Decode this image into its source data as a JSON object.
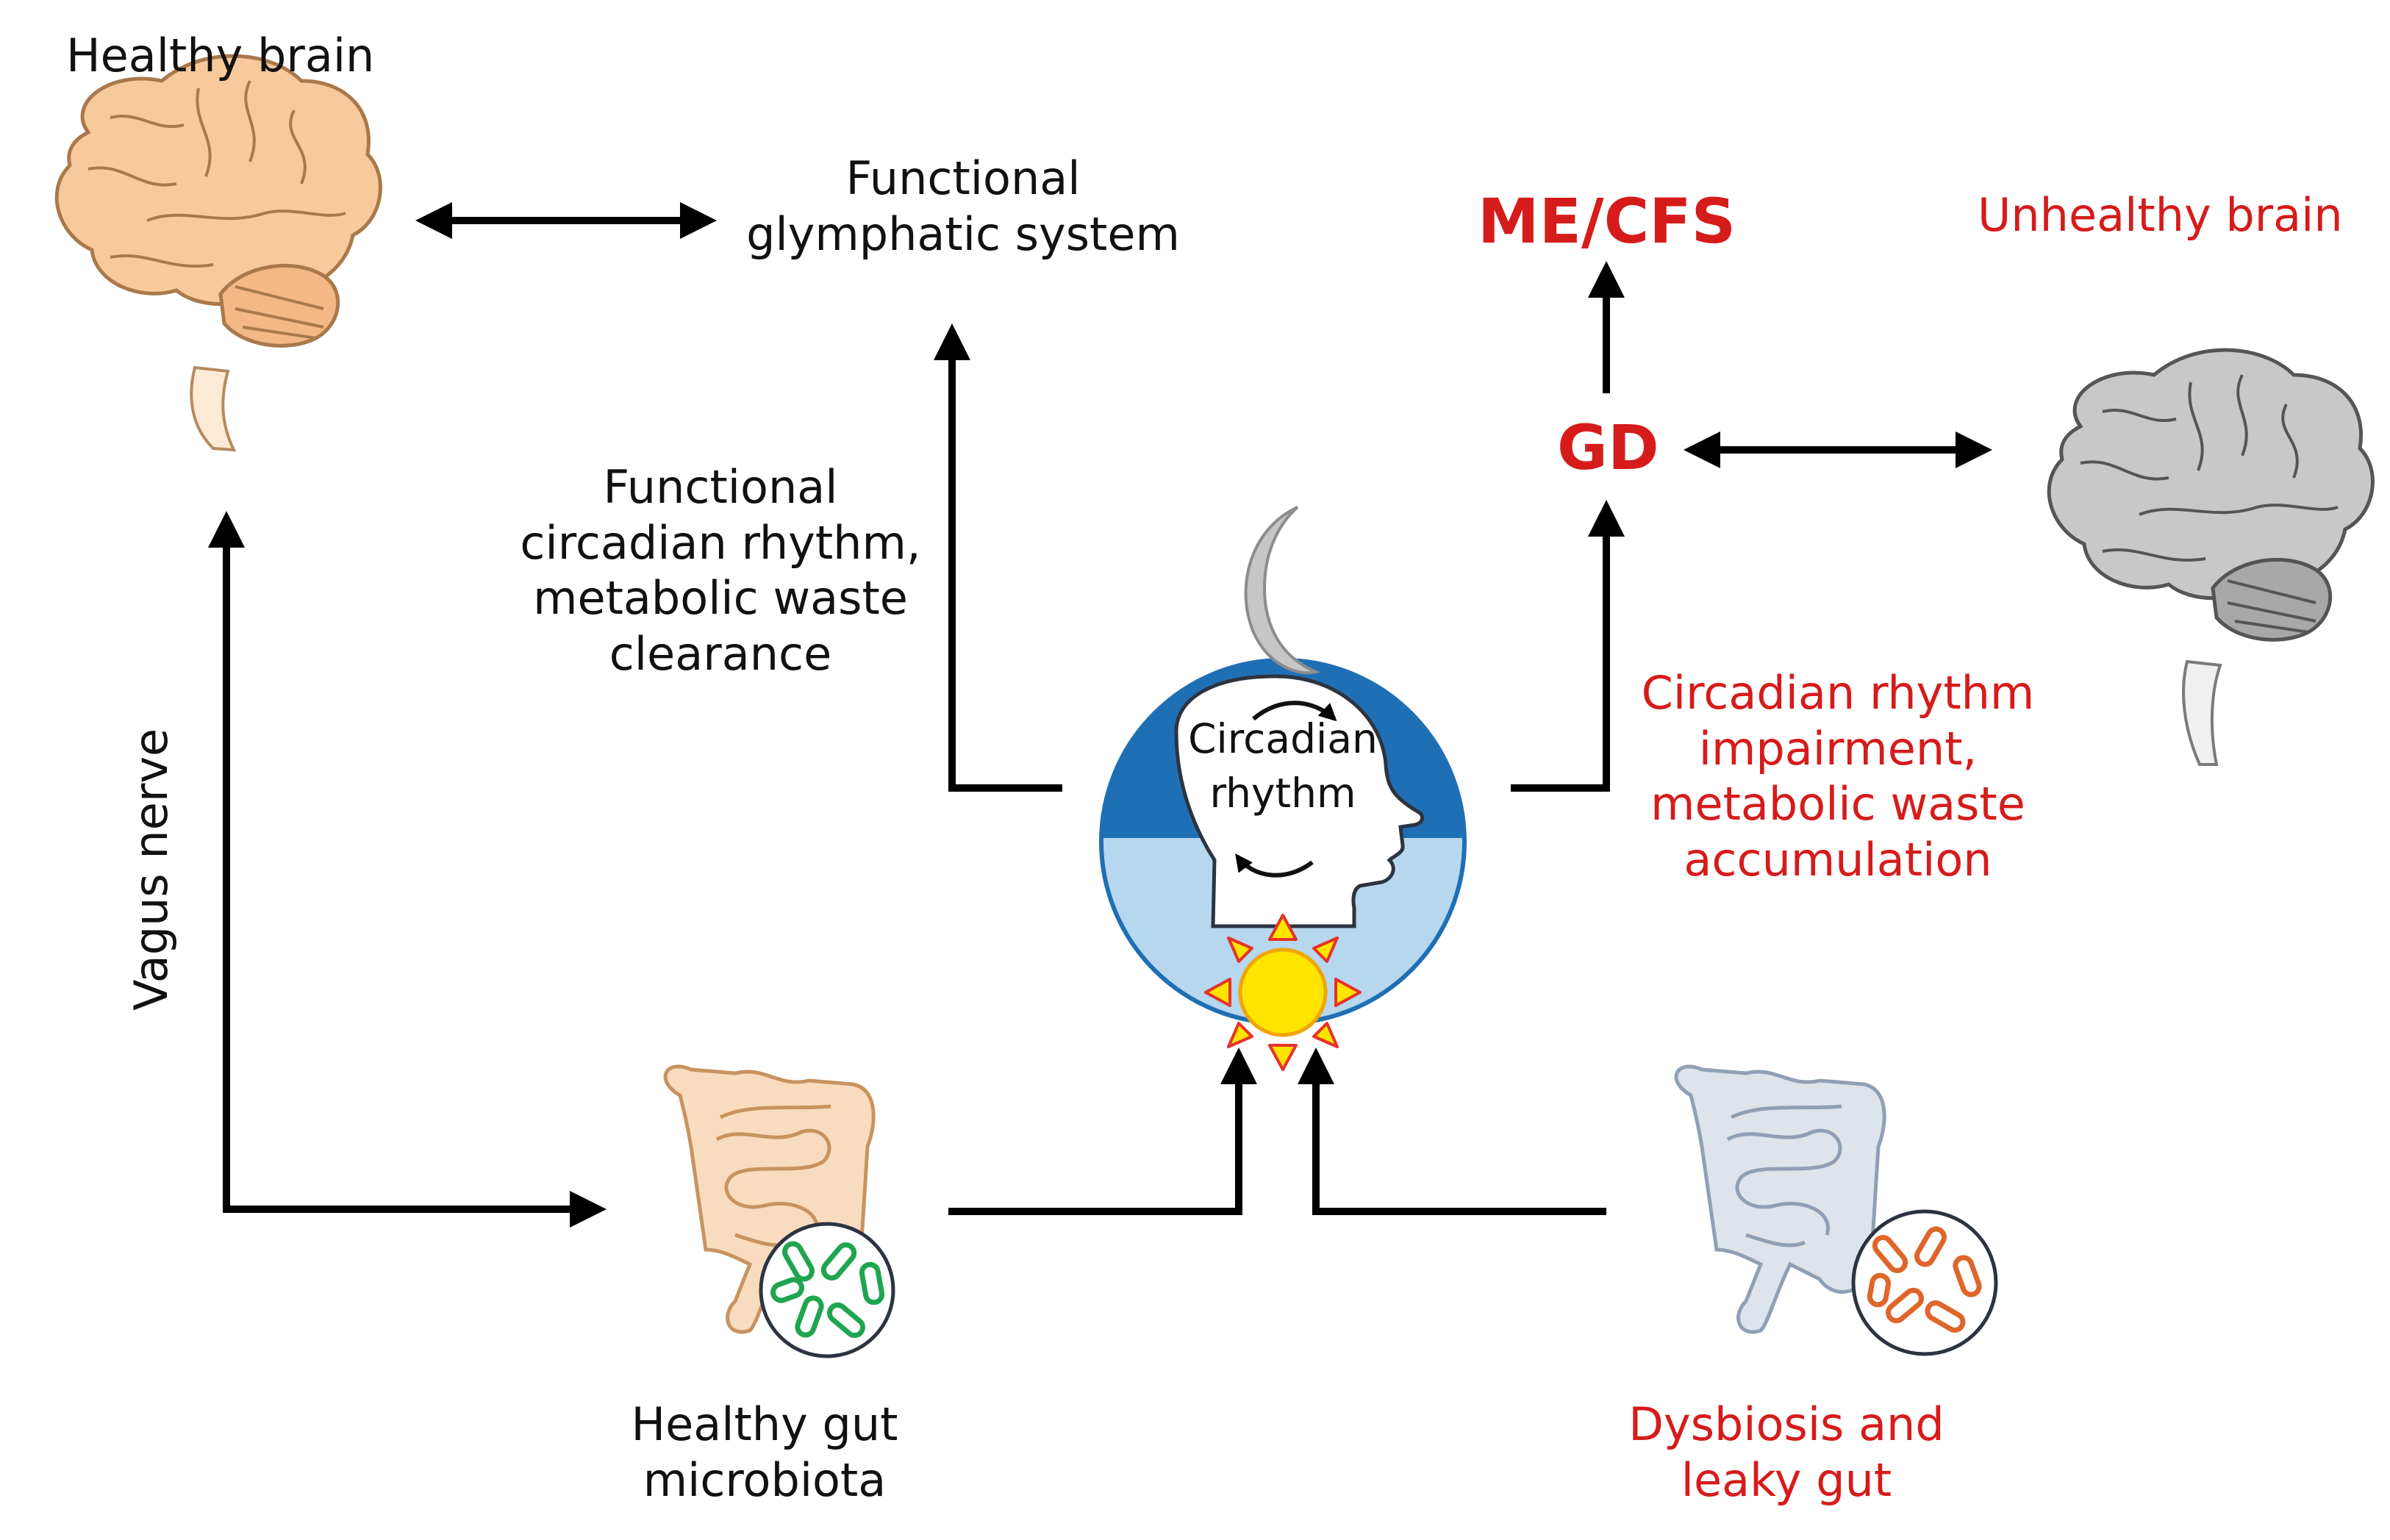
{
  "labels": {
    "healthy_brain": "Healthy brain",
    "functional_glymphatic": [
      "Functional",
      "glymphatic system"
    ],
    "me_cfs": "ME/CFS",
    "unhealthy_brain": "Unhealthy brain",
    "gd": "GD",
    "functional_circadian": [
      "Functional",
      "circadian rhythm,",
      "metabolic waste",
      "clearance"
    ],
    "circadian_impairment": [
      "Circadian rhythm",
      "impairment,",
      "metabolic waste",
      "accumulation"
    ],
    "vagus_nerve": "Vagus nerve",
    "circadian_rhythm": [
      "Circadian",
      "rhythm"
    ],
    "healthy_gut": [
      "Healthy gut",
      "microbiota"
    ],
    "dysbiosis": [
      "Dysbiosis and",
      "leaky gut"
    ]
  },
  "colors": {
    "healthy_text": "#111111",
    "disease_text": "#d61b1b",
    "healthy_brain_fill": "#f8c99a",
    "unhealthy_brain_fill": "#c8c8c8",
    "healthy_gut_fill": "#f9dcc0",
    "unhealthy_gut_fill": "#dde4ec",
    "healthy_bacteria": "#1fa54f",
    "unhealthy_bacteria": "#e0652a",
    "night_blue": "#1f6fb5",
    "day_blue": "#b6d7ee",
    "sun": "#ffe400",
    "moon": "#c6c6c6"
  },
  "icons": [
    "healthy-brain-icon",
    "unhealthy-brain-icon",
    "healthy-gut-icon",
    "unhealthy-gut-icon",
    "moon-icon",
    "sun-icon",
    "head-icon"
  ]
}
